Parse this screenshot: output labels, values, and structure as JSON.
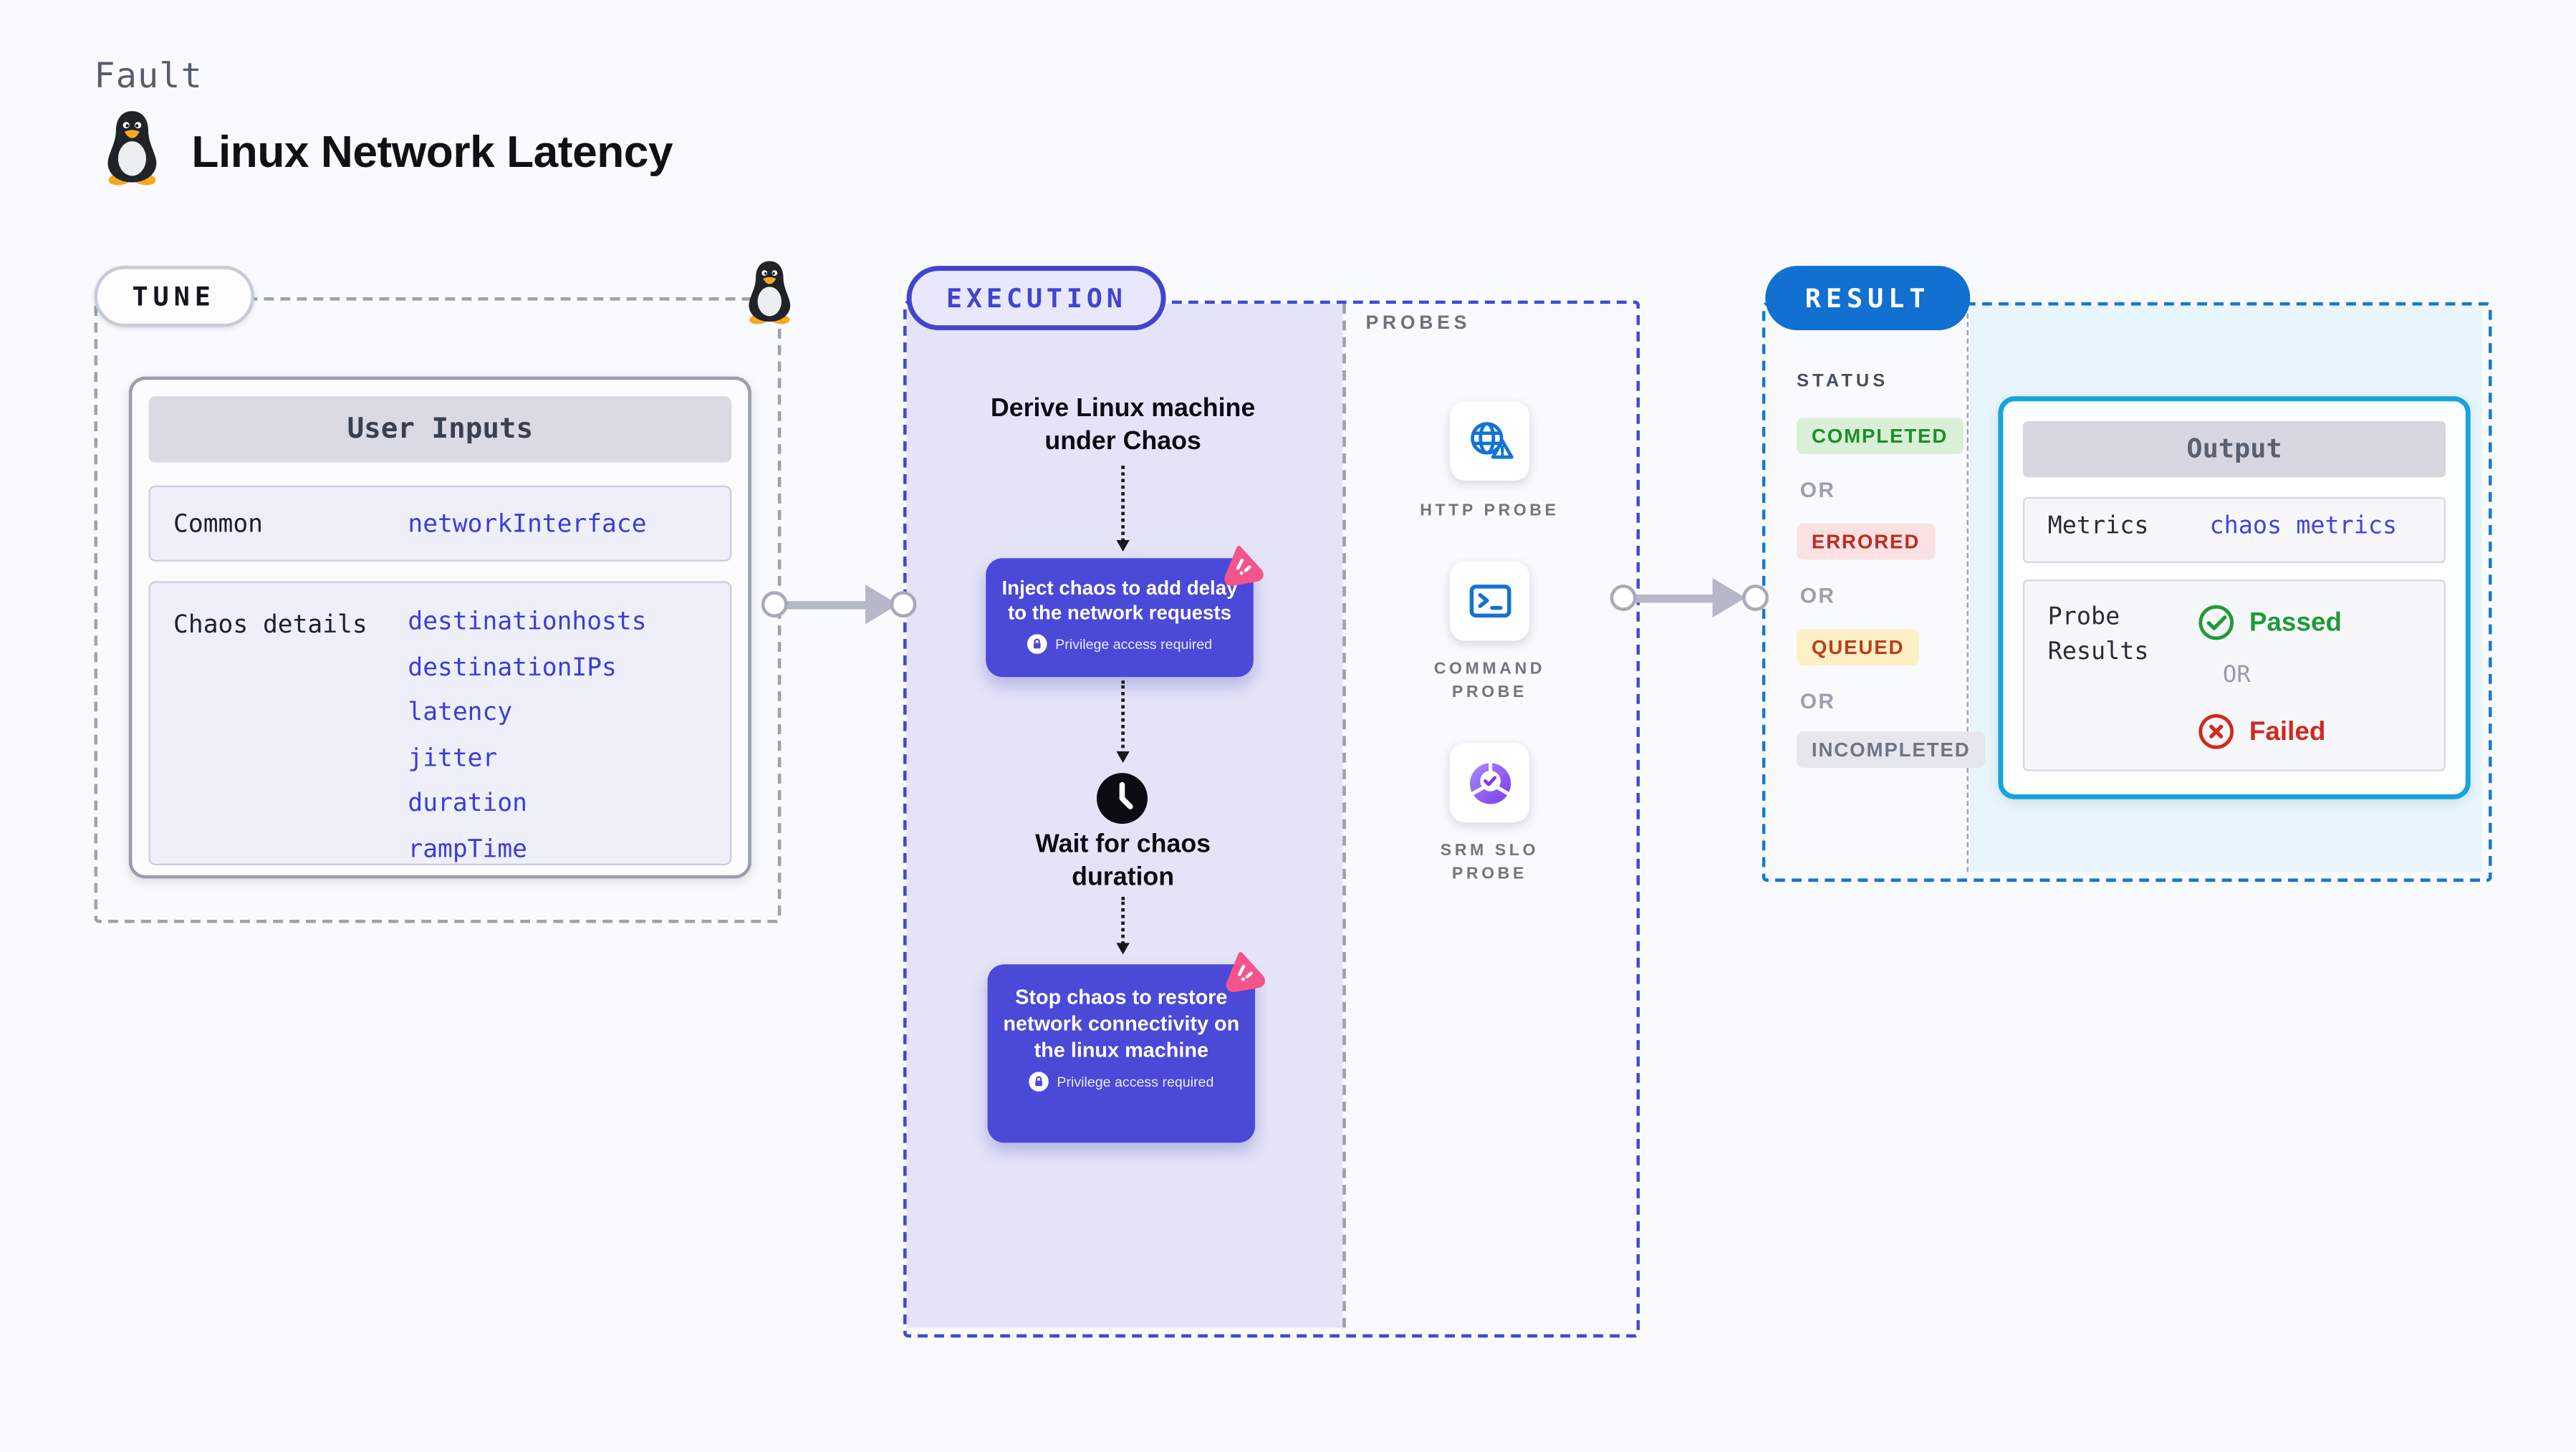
{
  "header": {
    "kicker": "Fault",
    "title": "Linux Network Latency"
  },
  "tune": {
    "badge": "TUNE",
    "table": {
      "header": "User Inputs",
      "rows": [
        {
          "label": "Common",
          "values": [
            "networkInterface"
          ]
        },
        {
          "label": "Chaos details",
          "values": [
            "destinationhosts",
            "destinationIPs",
            "latency",
            "jitter",
            "duration",
            "rampTime"
          ]
        }
      ]
    }
  },
  "execution": {
    "badge": "EXECUTION",
    "derive_step": "Derive Linux machine under Chaos",
    "inject_step": "Inject chaos to add delay to the network requests",
    "privilege_note": "Privilege access required",
    "wait_step": "Wait for chaos duration",
    "stop_step": "Stop chaos to restore network connectivity on the linux machine",
    "probes": {
      "label": "PROBES",
      "items": [
        {
          "name": "HTTP PROBE",
          "icon": "globe-alert-icon"
        },
        {
          "name": "COMMAND PROBE",
          "icon": "terminal-icon"
        },
        {
          "name": "SRM SLO PROBE",
          "icon": "slo-pie-icon"
        }
      ]
    }
  },
  "result": {
    "badge": "RESULT",
    "status": {
      "label": "STATUS",
      "separator": "OR",
      "items": [
        "COMPLETED",
        "ERRORED",
        "QUEUED",
        "INCOMPLETED"
      ]
    },
    "output": {
      "header": "Output",
      "metrics_label": "Metrics",
      "metrics_value": "chaos metrics",
      "probe_label": "Probe Results",
      "passed": "Passed",
      "or": "OR",
      "failed": "Failed"
    }
  },
  "colors": {
    "accent_indigo": "#4244ce",
    "accent_blue": "#1170d0",
    "output_border": "#17a4da",
    "step_card_blue": "#4a49d8",
    "chaos_pink": "#f4548c",
    "value_blue": "#3c3cdc",
    "passed_green": "#1f9a37",
    "failed_red": "#d12a1e",
    "queued_yellow_bg": "#fcf0c4",
    "completed_green_bg": "#d9efd6"
  }
}
